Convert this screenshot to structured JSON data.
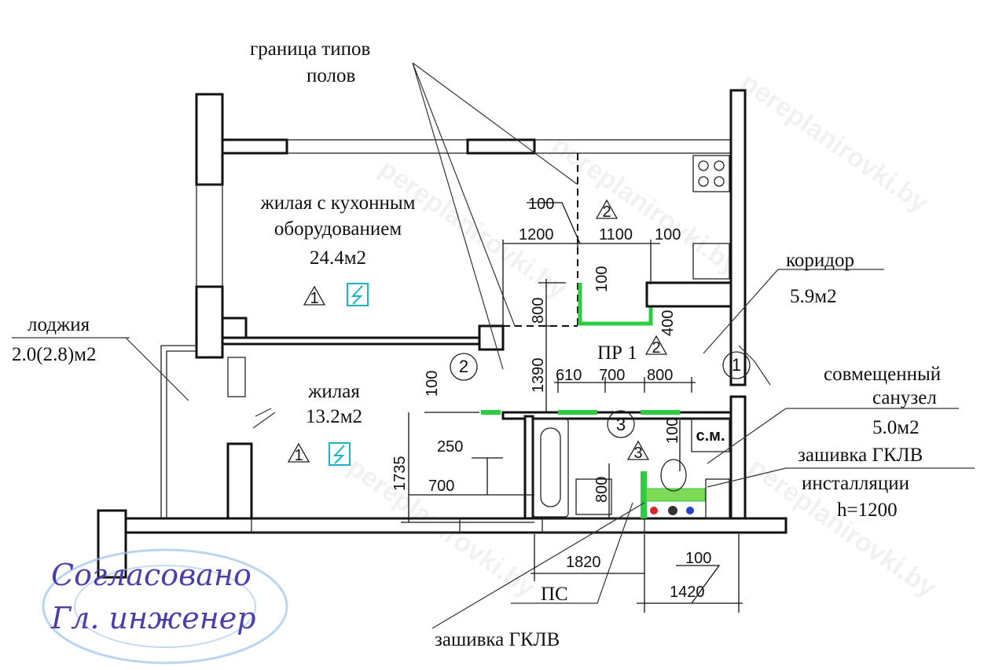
{
  "labels": {
    "floor_border_1": "граница типов",
    "floor_border_2": "полов",
    "living_kitchen_1": "жилая с кухонным",
    "living_kitchen_2": "оборудованием",
    "living_kitchen_area": "24.4м2",
    "loggia": "лоджия",
    "loggia_area": "2.0(2.8)м2",
    "living": "жилая",
    "living_area": "13.2м2",
    "corridor": "коридор",
    "corridor_area": "5.9м2",
    "bathroom_1": "совмещенный",
    "bathroom_2": "санузел",
    "bathroom_area": "5.0м2",
    "gklv_1": "зашивка ГКЛВ",
    "installation": "инсталляции",
    "installation_h": "h=1200",
    "ps": "ПС",
    "gklv_2": "зашивка ГКЛВ",
    "pr1": "ПР 1",
    "washing_machine": "с.м."
  },
  "markers": {
    "circle_1": "1",
    "circle_2": "2",
    "circle_3": "3",
    "tri_1": "1",
    "tri_2": "2",
    "tri_3": "3"
  },
  "dimensions": [
    "100",
    "1200",
    "1100",
    "100",
    "100",
    "800",
    "400",
    "1390",
    "610",
    "700",
    "800",
    "100",
    "100",
    "1735",
    "250",
    "700",
    "800",
    "1820",
    "100",
    "1420"
  ],
  "signature": {
    "line1": "Согласовано",
    "line2": "Гл. инженер"
  },
  "watermark": "pereplanirovki.by",
  "colors": {
    "wall": "#111111",
    "gklv": "#2ecc40",
    "electric": "#1bb3c4"
  }
}
